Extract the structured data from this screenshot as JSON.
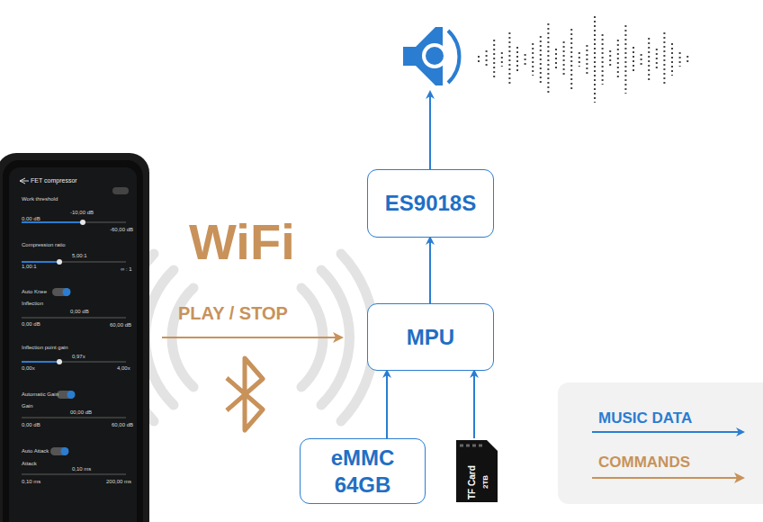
{
  "diagram": {
    "nodes": [
      {
        "text": [
          "ES9018S"
        ]
      },
      {
        "text": [
          "MPU"
        ]
      },
      {
        "text": [
          "eMMC 64GB"
        ]
      },
      {
        "text": [
          "TF Card",
          "2TB"
        ]
      }
    ],
    "edges": [
      {
        "from": 2,
        "to": 1,
        "arrow": "to"
      },
      {
        "from": 3,
        "to": 1,
        "arrow": "to"
      },
      {
        "from": 1,
        "to": 0,
        "arrow": "to"
      }
    ],
    "labels": [
      "WiFi",
      "PLAY / STOP",
      "FET compressor",
      "Work threshold",
      "-10,00 dB",
      "0,00 dB",
      "-60,00 dB",
      "Compression ratio",
      "5,00:1",
      "1,00:1",
      "∞ : 1",
      "Auto Knee",
      "Inflection",
      "0,00 dB",
      "0,00 dB",
      "60,00 dB",
      "Inflection point gain",
      "0,97x",
      "0,00x",
      "4,00x",
      "Automatic Gain",
      "Gain",
      "00,00 dB",
      "0,00 dB",
      "60,00 dB",
      "Auto Attack",
      "Attack",
      "0,10 ms",
      "0,10 ms",
      "200,00 ms"
    ],
    "legend": [
      {
        "text": "MUSIC DATA"
      },
      {
        "text": "COMMANDS"
      }
    ]
  }
}
